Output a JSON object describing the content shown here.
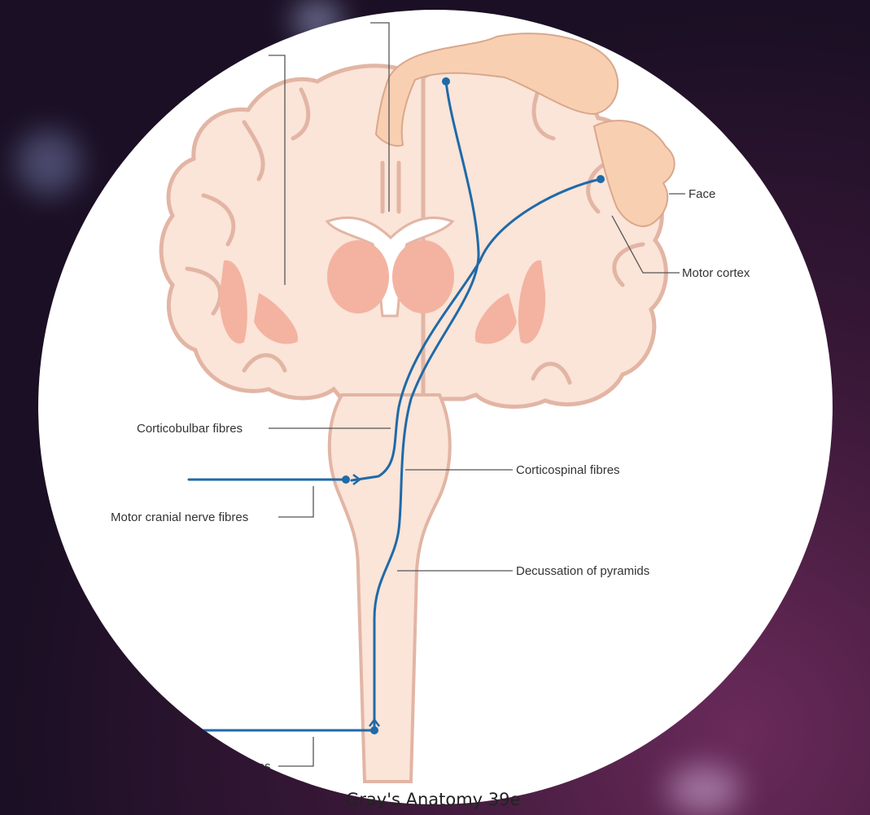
{
  "labels": {
    "face": "Face",
    "motor_cortex": "Motor cortex",
    "corticobulbar": "Corticobulbar fibres",
    "corticospinal": "Corticospinal fibres",
    "motor_cranial": "Motor cranial nerve fibres",
    "decussation": "Decussation of pyramids",
    "fibres_bottom": "fibres"
  },
  "caption": "Gray's Anatomy 39e",
  "colors": {
    "tract": "#1f6aa8",
    "brain_fill": "#fbe4d8",
    "brain_outline": "#e2b5a4",
    "nuclei": "#f3b3a0",
    "homunculus": "#f9cfb2",
    "leader": "#555555"
  }
}
